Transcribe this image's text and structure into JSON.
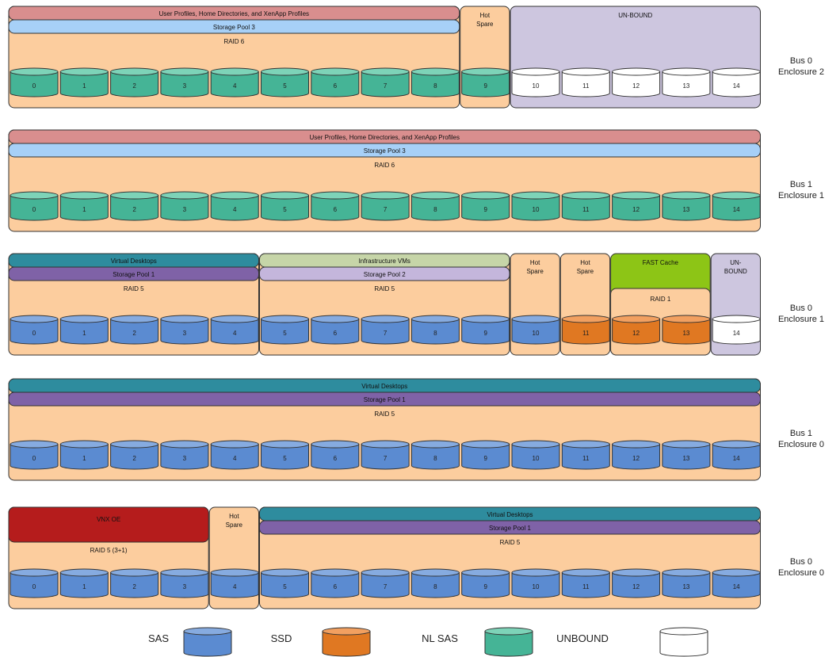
{
  "colors": {
    "raid_fill": "#FCCD9E",
    "storage_pool_3": "#A7D0F7",
    "storage_pool_1": "#7F62A7",
    "storage_pool_2": "#C4B6DC",
    "virtual_desktops": "#2E8C9E",
    "user_profiles": "#D98E8E",
    "infrastructure_vms": "#C6D5A8",
    "fast_cache": "#8DC516",
    "unbound_region": "#CDC6DF",
    "vnx_oe": "#B51C1C",
    "hot_spare": "#FCCD9E",
    "outline": "#333333"
  },
  "disk_types": {
    "sas": {
      "side": "#5B8BD1",
      "top": "#86ABE0",
      "label": "SAS"
    },
    "ssd": {
      "side": "#E07822",
      "top": "#F2A060",
      "label": "SSD"
    },
    "nlsas": {
      "side": "#45B496",
      "top": "#7DD3B8",
      "label": "NL SAS"
    },
    "unbound": {
      "side": "#FFFFFF",
      "top": "#FFFFFF",
      "label": "UNBOUND"
    }
  },
  "enclosures": [
    {
      "label_lines": [
        "Bus 0",
        "Enclosure 2"
      ],
      "slots": [
        "0",
        "1",
        "2",
        "3",
        "4",
        "5",
        "6",
        "7",
        "8",
        "9",
        "10",
        "11",
        "12",
        "13",
        "14"
      ],
      "disk_types": [
        "nlsas",
        "nlsas",
        "nlsas",
        "nlsas",
        "nlsas",
        "nlsas",
        "nlsas",
        "nlsas",
        "nlsas",
        "nlsas",
        "unbound",
        "unbound",
        "unbound",
        "unbound",
        "unbound"
      ],
      "groups": [
        {
          "name": "user-profiles-group",
          "start": 0,
          "end": 8,
          "fill": "#FCCD9E",
          "layers": [
            {
              "label": "User Profiles, Home Directories, and XenApp Profiles",
              "fill": "#D98E8E"
            },
            {
              "label": "Storage Pool 3",
              "fill": "#A7D0F7"
            }
          ],
          "raid_label": "RAID 6"
        },
        {
          "name": "hot-spare-group",
          "start": 9,
          "end": 9,
          "fill": "#FCCD9E",
          "layers": [],
          "title_lines": [
            "Hot",
            "Spare"
          ]
        },
        {
          "name": "unbound-group",
          "start": 10,
          "end": 14,
          "fill": "#CDC6DF",
          "layers": [],
          "title_lines": [
            "UN-BOUND"
          ]
        }
      ]
    },
    {
      "label_lines": [
        "Bus 1",
        "Enclosure 1"
      ],
      "slots": [
        "0",
        "1",
        "2",
        "3",
        "4",
        "5",
        "6",
        "7",
        "8",
        "9",
        "10",
        "11",
        "12",
        "13",
        "14"
      ],
      "disk_types": [
        "nlsas",
        "nlsas",
        "nlsas",
        "nlsas",
        "nlsas",
        "nlsas",
        "nlsas",
        "nlsas",
        "nlsas",
        "nlsas",
        "nlsas",
        "nlsas",
        "nlsas",
        "nlsas",
        "nlsas"
      ],
      "groups": [
        {
          "name": "user-profiles-group",
          "start": 0,
          "end": 14,
          "fill": "#FCCD9E",
          "layers": [
            {
              "label": "User Profiles, Home Directories, and XenApp Profiles",
              "fill": "#D98E8E"
            },
            {
              "label": "Storage Pool 3",
              "fill": "#A7D0F7"
            }
          ],
          "raid_label": "RAID 6"
        }
      ]
    },
    {
      "label_lines": [
        "Bus 0",
        "Enclosure 1"
      ],
      "slots": [
        "0",
        "1",
        "2",
        "3",
        "4",
        "5",
        "6",
        "7",
        "8",
        "9",
        "10",
        "11",
        "12",
        "13",
        "14"
      ],
      "disk_types": [
        "sas",
        "sas",
        "sas",
        "sas",
        "sas",
        "sas",
        "sas",
        "sas",
        "sas",
        "sas",
        "sas",
        "ssd",
        "ssd",
        "ssd",
        "unbound"
      ],
      "groups": [
        {
          "name": "virtual-desktops-group",
          "start": 0,
          "end": 4,
          "fill": "#FCCD9E",
          "layers": [
            {
              "label": "Virtual Desktops",
              "fill": "#2E8C9E"
            },
            {
              "label": "Storage Pool 1",
              "fill": "#7F62A7"
            }
          ],
          "raid_label": "RAID 5"
        },
        {
          "name": "infrastructure-vms-group",
          "start": 5,
          "end": 9,
          "fill": "#FCCD9E",
          "layers": [
            {
              "label": "Infrastructure VMs",
              "fill": "#C6D5A8"
            },
            {
              "label": "Storage Pool 2",
              "fill": "#C4B6DC"
            }
          ],
          "raid_label": "RAID 5"
        },
        {
          "name": "hot-spare-group",
          "start": 10,
          "end": 10,
          "fill": "#FCCD9E",
          "layers": [],
          "title_lines": [
            "Hot",
            "Spare"
          ]
        },
        {
          "name": "hot-spare-ssd-group",
          "start": 11,
          "end": 11,
          "fill": "#FCCD9E",
          "layers": [],
          "title_lines": [
            "Hot",
            "Spare"
          ]
        },
        {
          "name": "fast-cache-group",
          "start": 12,
          "end": 13,
          "fill": "#8DC516",
          "layers": [],
          "title_lines": [
            "FAST Cache"
          ],
          "raid_label": "RAID 1",
          "raid_inset": true
        },
        {
          "name": "unbound-group",
          "start": 14,
          "end": 14,
          "fill": "#CDC6DF",
          "layers": [],
          "title_lines": [
            "UN-",
            "BOUND"
          ]
        }
      ]
    },
    {
      "label_lines": [
        "Bus 1",
        "Enclosure 0"
      ],
      "slots": [
        "0",
        "1",
        "2",
        "3",
        "4",
        "5",
        "6",
        "7",
        "8",
        "9",
        "10",
        "11",
        "12",
        "13",
        "14"
      ],
      "disk_types": [
        "sas",
        "sas",
        "sas",
        "sas",
        "sas",
        "sas",
        "sas",
        "sas",
        "sas",
        "sas",
        "sas",
        "sas",
        "sas",
        "sas",
        "sas"
      ],
      "groups": [
        {
          "name": "virtual-desktops-group",
          "start": 0,
          "end": 14,
          "fill": "#FCCD9E",
          "layers": [
            {
              "label": "Virtual Desktops",
              "fill": "#2E8C9E"
            },
            {
              "label": "Storage Pool 1",
              "fill": "#7F62A7"
            }
          ],
          "raid_label": "RAID 5"
        }
      ]
    },
    {
      "label_lines": [
        "Bus 0",
        "Enclosure 0"
      ],
      "slots": [
        "0",
        "1",
        "2",
        "3",
        "4",
        "5",
        "6",
        "7",
        "8",
        "9",
        "10",
        "11",
        "12",
        "13",
        "14"
      ],
      "disk_types": [
        "sas",
        "sas",
        "sas",
        "sas",
        "sas",
        "sas",
        "sas",
        "sas",
        "sas",
        "sas",
        "sas",
        "sas",
        "sas",
        "sas",
        "sas"
      ],
      "groups": [
        {
          "name": "vnx-oe-group",
          "start": 0,
          "end": 3,
          "fill": "#FCCD9E",
          "layers": [
            {
              "label": "VNX OE",
              "fill": "#B51C1C",
              "tall": true
            }
          ],
          "raid_label": "RAID 5 (3+1)"
        },
        {
          "name": "hot-spare-group",
          "start": 4,
          "end": 4,
          "fill": "#FCCD9E",
          "layers": [],
          "title_lines": [
            "Hot",
            "Spare"
          ]
        },
        {
          "name": "virtual-desktops-group",
          "start": 5,
          "end": 14,
          "fill": "#FCCD9E",
          "layers": [
            {
              "label": "Virtual Desktops",
              "fill": "#2E8C9E"
            },
            {
              "label": "Storage Pool 1",
              "fill": "#7F62A7"
            }
          ],
          "raid_label": "RAID 5"
        }
      ]
    }
  ],
  "legend": [
    {
      "label": "SAS",
      "type": "sas"
    },
    {
      "label": "SSD",
      "type": "ssd"
    },
    {
      "label": "NL SAS",
      "type": "nlsas"
    },
    {
      "label": "UNBOUND",
      "type": "unbound"
    }
  ]
}
